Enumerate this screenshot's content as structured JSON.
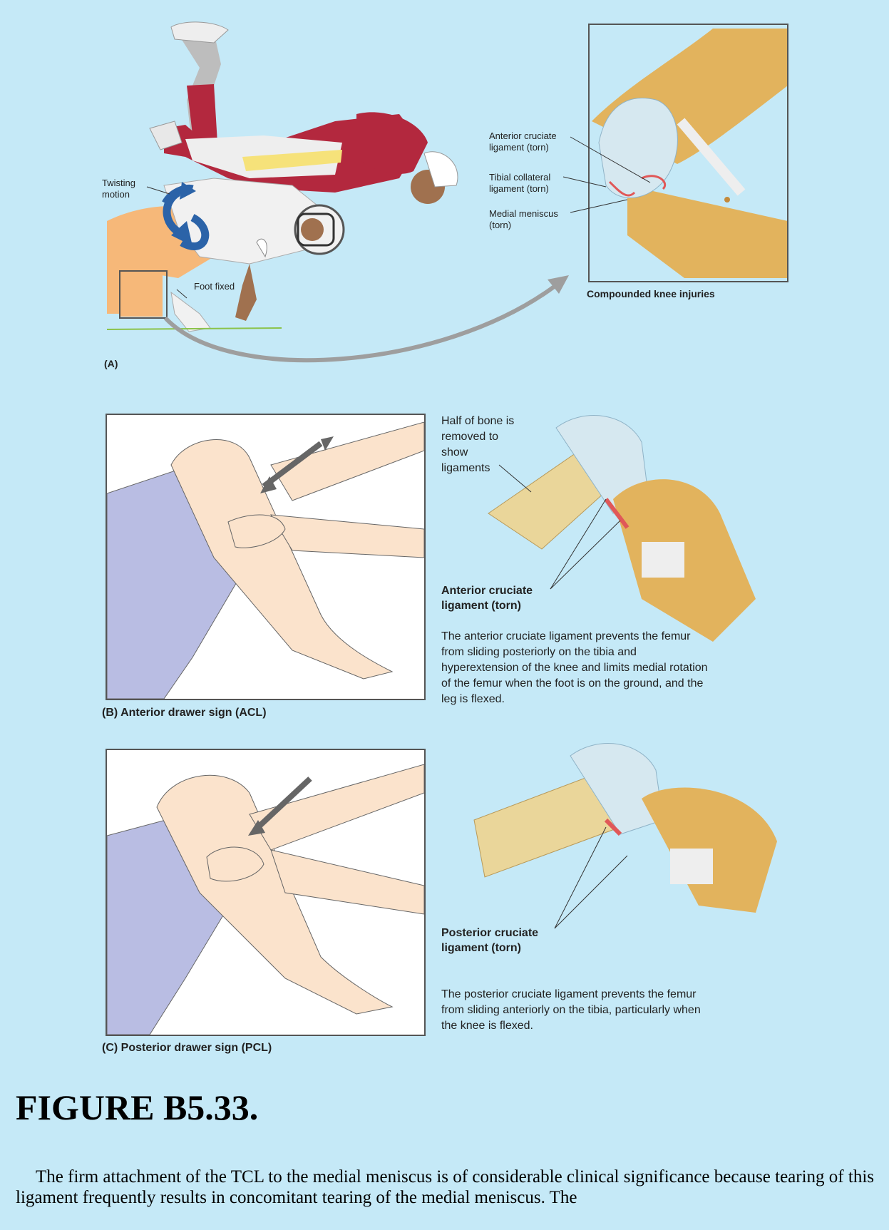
{
  "panel_a": {
    "label_twisting": "Twisting motion",
    "label_foot_fixed": "Foot fixed",
    "label_acl": "Anterior cruciate ligament (torn)",
    "label_tcl": "Tibial collateral ligament (torn)",
    "label_meniscus": "Medial meniscus (torn)",
    "inset_caption": "Compounded knee injuries",
    "panel_letter": "(A)"
  },
  "panel_b": {
    "caption": "(B) Anterior drawer sign (ACL)",
    "label_half_bone": "Half of bone is removed to show ligaments",
    "label_acl": "Anterior cruciate ligament (torn)",
    "description": "The anterior cruciate ligament prevents the femur from sliding posteriorly on the tibia and hyperextension of the knee and limits medial rotation of the femur when the foot is on the ground, and the leg is flexed."
  },
  "panel_c": {
    "caption": "(C) Posterior drawer sign (PCL)",
    "label_pcl": "Posterior cruciate ligament (torn)",
    "description": "The posterior cruciate ligament prevents the femur from sliding anteriorly on the tibia, particularly when the knee is flexed."
  },
  "figure_title": "FIGURE B5.33.",
  "body_text": "The firm attachment of the TCL to the medial meniscus is of considerable clinical significance because tearing of this ligament frequently results in concomitant tearing of the medial meniscus. The",
  "colors": {
    "background": "#c5e9f7",
    "bone": "#e2b35d",
    "cartilage": "#d6e8f0",
    "skin": "#fbe3cc",
    "shorts": "#b9bde3",
    "jersey": "#a3253a"
  }
}
